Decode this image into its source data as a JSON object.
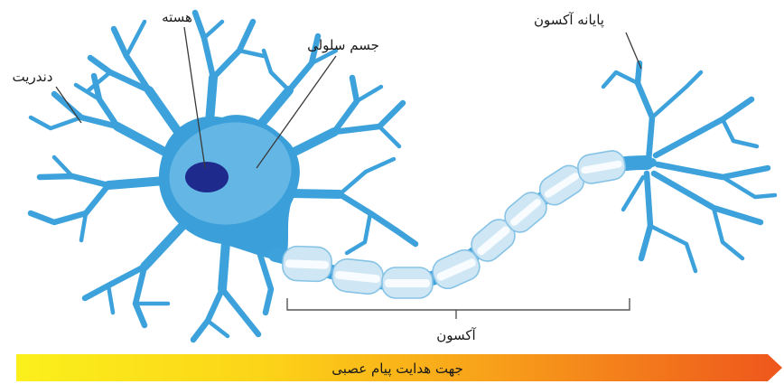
{
  "labels": {
    "nucleus": "هسته",
    "cell_body": "جسم سلولی",
    "dendrite": "دندریت",
    "axon_terminal": "پایانه آکسون",
    "axon": "آکسون"
  },
  "arrow": {
    "text": "جهت هدایت پیام عصبی"
  },
  "colors": {
    "dendrite": "#3da2dc",
    "cell_body": "#3b9fd9",
    "nucleus": "#1e2a8c",
    "myelin": "#cfe7f5",
    "arrow_start": "#fbf01c",
    "arrow_end": "#ee561c"
  }
}
